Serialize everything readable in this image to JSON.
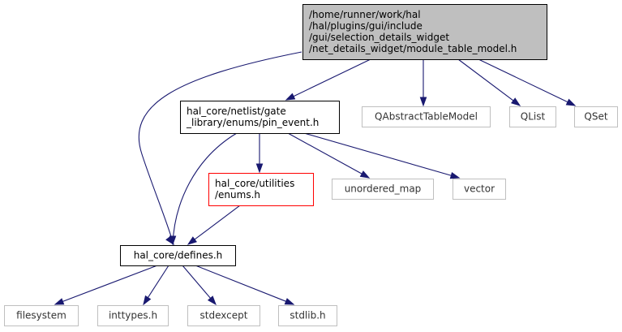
{
  "nodes": {
    "root": {
      "lines": [
        "/home/runner/work/hal",
        "/hal/plugins/gui/include",
        "/gui/selection_details_widget",
        "/net_details_widget/module_table_model.h"
      ],
      "fill": "#bfbfbf",
      "stroke": "#000000"
    },
    "pin_event": {
      "lines": [
        "hal_core/netlist/gate",
        "_library/enums/pin_event.h"
      ],
      "fill": "#ffffff",
      "stroke": "#000000"
    },
    "qabstracttablemodel": {
      "lines": [
        "QAbstractTableModel"
      ],
      "fill": "#ffffff",
      "stroke": "#bfbfbf"
    },
    "qlist": {
      "lines": [
        "QList"
      ],
      "fill": "#ffffff",
      "stroke": "#bfbfbf"
    },
    "qset": {
      "lines": [
        "QSet"
      ],
      "fill": "#ffffff",
      "stroke": "#bfbfbf"
    },
    "utilities_enums": {
      "lines": [
        "hal_core/utilities",
        "/enums.h"
      ],
      "fill": "#ffffff",
      "stroke": "#ff0000"
    },
    "unordered_map": {
      "lines": [
        "unordered_map"
      ],
      "fill": "#ffffff",
      "stroke": "#bfbfbf"
    },
    "vector": {
      "lines": [
        "vector"
      ],
      "fill": "#ffffff",
      "stroke": "#bfbfbf"
    },
    "defines": {
      "lines": [
        "hal_core/defines.h"
      ],
      "fill": "#ffffff",
      "stroke": "#000000"
    },
    "filesystem": {
      "lines": [
        "filesystem"
      ],
      "fill": "#ffffff",
      "stroke": "#bfbfbf"
    },
    "inttypes": {
      "lines": [
        "inttypes.h"
      ],
      "fill": "#ffffff",
      "stroke": "#bfbfbf"
    },
    "stdexcept": {
      "lines": [
        "stdexcept"
      ],
      "fill": "#ffffff",
      "stroke": "#bfbfbf"
    },
    "stdlib": {
      "lines": [
        "stdlib.h"
      ],
      "fill": "#ffffff",
      "stroke": "#bfbfbf"
    }
  },
  "edges": [
    {
      "from": "root",
      "to": "pin_event"
    },
    {
      "from": "root",
      "to": "qabstracttablemodel"
    },
    {
      "from": "root",
      "to": "qlist"
    },
    {
      "from": "root",
      "to": "qset"
    },
    {
      "from": "root",
      "to": "defines"
    },
    {
      "from": "pin_event",
      "to": "utilities_enums"
    },
    {
      "from": "pin_event",
      "to": "unordered_map"
    },
    {
      "from": "pin_event",
      "to": "vector"
    },
    {
      "from": "pin_event",
      "to": "defines"
    },
    {
      "from": "utilities_enums",
      "to": "defines"
    },
    {
      "from": "defines",
      "to": "filesystem"
    },
    {
      "from": "defines",
      "to": "inttypes"
    },
    {
      "from": "defines",
      "to": "stdexcept"
    },
    {
      "from": "defines",
      "to": "stdlib"
    }
  ],
  "colors": {
    "edge": "#191970",
    "default_text": "#000000"
  }
}
